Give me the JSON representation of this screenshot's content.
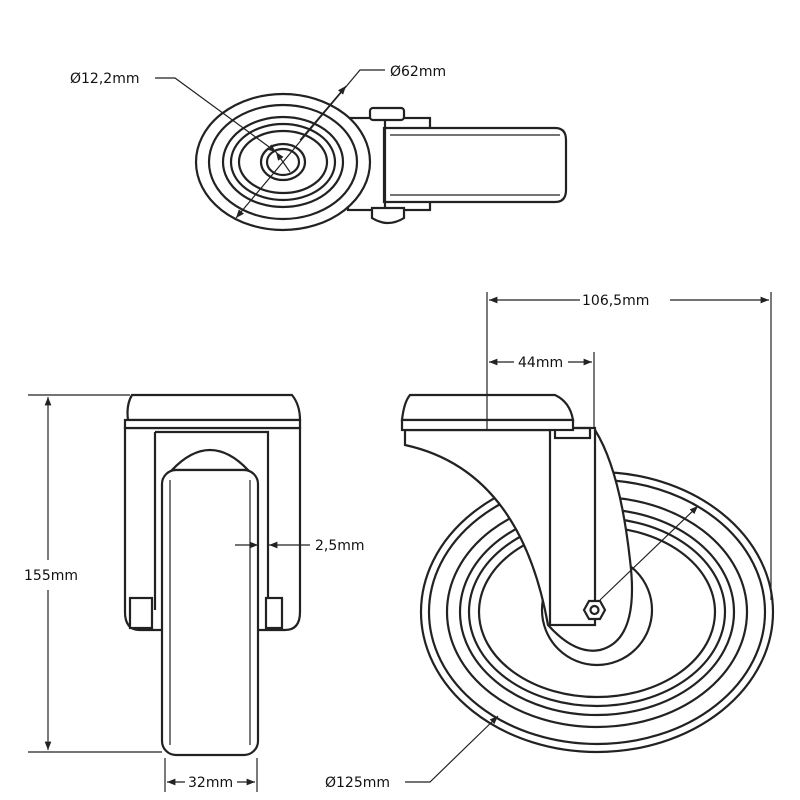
{
  "dimensions": {
    "bore_diameter": "Ø12,2mm",
    "plate_diameter": "Ø62mm",
    "total_length": "106,5mm",
    "offset": "44mm",
    "clearance": "2,5mm",
    "height": "155mm",
    "wheel_width": "32mm",
    "wheel_diameter": "Ø125mm"
  },
  "colors": {
    "line": "#222222",
    "background": "#ffffff"
  }
}
